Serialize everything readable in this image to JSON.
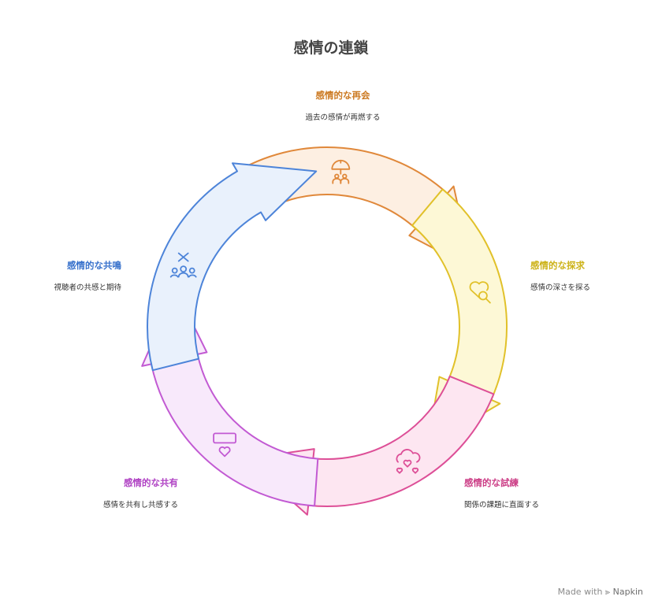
{
  "title": "感情の連鎖",
  "stages": [
    {
      "title": "感情的な再会",
      "desc": "過去の感情が再燃する",
      "icon": "umbrella-people-icon",
      "stroke": "#e0883a",
      "fill": "#fdefe2",
      "text": "#cc7a22"
    },
    {
      "title": "感情的な探求",
      "desc": "感情の深さを探る",
      "icon": "heart-search-icon",
      "stroke": "#e1c12a",
      "fill": "#fdf8d6",
      "text": "#cdb31a"
    },
    {
      "title": "感情的な試練",
      "desc": "関係の課題に直面する",
      "icon": "cloud-hearts-icon",
      "stroke": "#dd4f97",
      "fill": "#fde6f1",
      "text": "#cc3f87"
    },
    {
      "title": "感情的な共有",
      "desc": "感情を共有し共感する",
      "icon": "message-heart-icon",
      "stroke": "#c25ad3",
      "fill": "#f8e9fb",
      "text": "#b043c4"
    },
    {
      "title": "感情的な共鳴",
      "desc": "視聴者の共感と期待",
      "icon": "group-connect-icon",
      "stroke": "#4d84d9",
      "fill": "#e9f1fc",
      "text": "#3a73cc"
    }
  ],
  "watermark": {
    "prefix": "Made with",
    "brand": "Napkin"
  }
}
